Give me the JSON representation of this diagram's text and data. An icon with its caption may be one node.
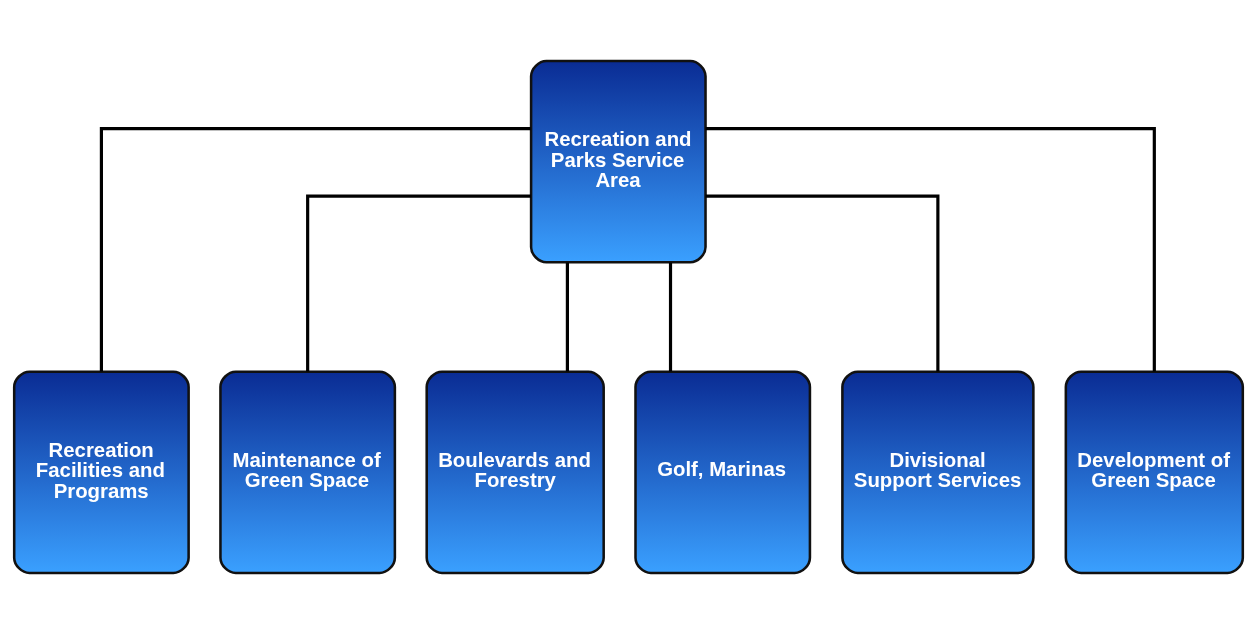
{
  "diagram": {
    "nodes": [
      {
        "text": [
          "Recreation and Parks Service Area"
        ]
      },
      {
        "text": [
          "Recreation Facilities and Programs"
        ]
      },
      {
        "text": [
          "Maintenance of Green Space"
        ]
      },
      {
        "text": [
          "Boulevards and Forestry"
        ]
      },
      {
        "text": [
          "Golf, Marinas"
        ]
      },
      {
        "text": [
          "Divisional Support Services"
        ]
      },
      {
        "text": [
          "Development of Green Space"
        ]
      }
    ],
    "edges": [
      {
        "from": 0,
        "to": 1,
        "arrow": "none"
      },
      {
        "from": 0,
        "to": 2,
        "arrow": "none"
      },
      {
        "from": 0,
        "to": 3,
        "arrow": "none"
      },
      {
        "from": 0,
        "to": 4,
        "arrow": "none"
      },
      {
        "from": 0,
        "to": 5,
        "arrow": "none"
      },
      {
        "from": 0,
        "to": 6,
        "arrow": "none"
      }
    ]
  }
}
